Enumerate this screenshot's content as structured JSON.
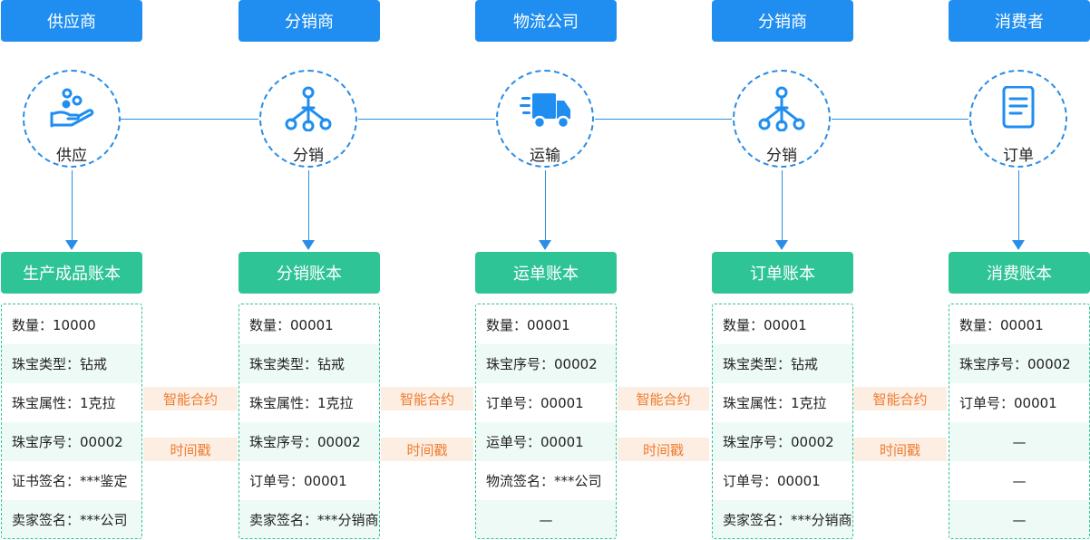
{
  "headers": [
    "供应商",
    "分销商",
    "物流公司",
    "分销商",
    "消费者"
  ],
  "stages": [
    {
      "label": "供应",
      "icon": "hand-giving-icon"
    },
    {
      "label": "分销",
      "icon": "distribution-tree-icon"
    },
    {
      "label": "运输",
      "icon": "delivery-truck-icon"
    },
    {
      "label": "分销",
      "icon": "distribution-tree-icon"
    },
    {
      "label": "订单",
      "icon": "document-icon"
    }
  ],
  "ledgers": [
    "生产成品账本",
    "分销账本",
    "运单账本",
    "订单账本",
    "消费账本"
  ],
  "records": [
    [
      "数量：10000",
      "珠宝类型：钻戒",
      "珠宝属性：1克拉",
      "珠宝序号：00002",
      "证书签名：***鉴定",
      "卖家签名：***公司"
    ],
    [
      "数量：00001",
      "珠宝类型：钻戒",
      "珠宝属性：1克拉",
      "珠宝序号：00002",
      "订单号：00001",
      "卖家签名：***分销商"
    ],
    [
      "数量：00001",
      "珠宝序号：00002",
      "订单号：00001",
      "运单号：00001",
      "物流签名：***公司",
      "—"
    ],
    [
      "数量：00001",
      "珠宝类型：钻戒",
      "珠宝属性：1克拉",
      "珠宝序号：00002",
      "订单号：00001",
      "卖家签名：***分销商"
    ],
    [
      "数量：00001",
      "珠宝序号：00002",
      "订单号：00001",
      "—",
      "—",
      "—"
    ]
  ],
  "connectors": {
    "contract": "智能合约",
    "timestamp": "时间戳"
  },
  "colors": {
    "blue": "#1f8ef0",
    "green": "#2fc496",
    "orange": "#ef7b2e",
    "band": "#fdeee3"
  }
}
